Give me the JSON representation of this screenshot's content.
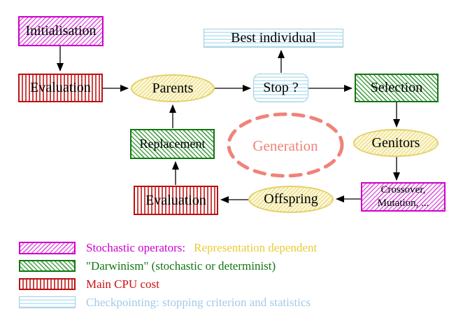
{
  "nodes": {
    "initialisation": "Initialisation",
    "evaluation_top": "Evaluation",
    "parents": "Parents",
    "best_individual": "Best individual",
    "stop": "Stop ?",
    "selection": "Selection",
    "genitors": "Genitors",
    "crossover_line1": "Crossover,",
    "crossover_line2": "Mutation, ...",
    "offspring": "Offspring",
    "evaluation_bottom": "Evaluation",
    "replacement": "Replacement",
    "generation": "Generation"
  },
  "legend": {
    "items": [
      {
        "swatch": "magenta-hatch",
        "label": "Stochastic operators:",
        "label2": "Representation dependent"
      },
      {
        "swatch": "green-hatch",
        "label": "\"Darwinism\" (stochastic or determinist)",
        "label2": ""
      },
      {
        "swatch": "red-vertical-stripes",
        "label": "Main CPU cost",
        "label2": ""
      },
      {
        "swatch": "cyan-horizontal-stripes",
        "label": "Checkpointing: stopping criterion and statistics",
        "label2": ""
      }
    ]
  },
  "colors": {
    "magenta": "#cc00cc",
    "red": "#bb1111",
    "green": "#117711",
    "cyan_border": "#a0cce0",
    "yellow_border": "#e3d068",
    "salmon": "#ef8378",
    "gold_text": "#e8cc33",
    "light_blue_text": "#a0cce8",
    "arrow": "#000000"
  }
}
